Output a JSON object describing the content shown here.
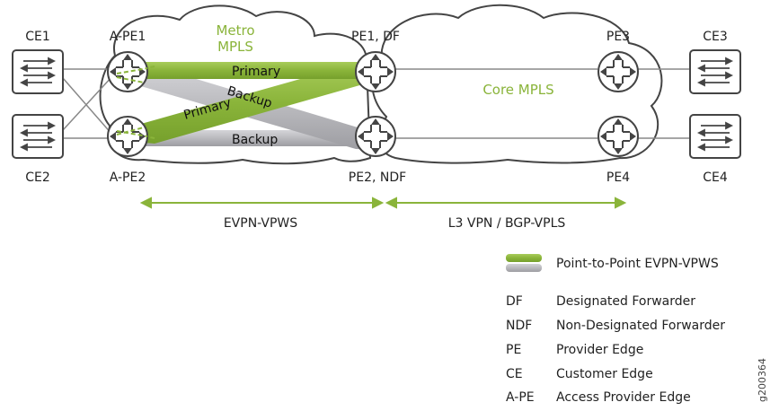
{
  "colors": {
    "primary": "#8ab43a",
    "backup": "#b9b9bd",
    "cloud_label": "#8ab43a",
    "device_stroke": "#444444"
  },
  "icons": {
    "router": "router-icon",
    "switch": "switch-icon"
  },
  "devices": {
    "ce1": "CE1",
    "ce2": "CE2",
    "ape1": "A-PE1",
    "ape2": "A-PE2",
    "pe1": "PE1, DF",
    "pe2": "PE2, NDF",
    "pe3": "PE3",
    "pe4": "PE4",
    "ce3": "CE3",
    "ce4": "CE4"
  },
  "clouds": {
    "metro_line1": "Metro",
    "metro_line2": "MPLS",
    "core": "Core MPLS"
  },
  "pipes": {
    "primary_top": "Primary",
    "backup_diag": "Backup",
    "primary_diag": "Primary",
    "backup_bottom": "Backup"
  },
  "spans": {
    "evpn_vpws": "EVPN-VPWS",
    "l3vpn": "L3 VPN / BGP-VPLS"
  },
  "legend": {
    "pipe_label": "Point-to-Point EVPN-VPWS",
    "items": [
      {
        "abbr": "DF",
        "text": "Designated Forwarder"
      },
      {
        "abbr": "NDF",
        "text": "Non-Designated Forwarder"
      },
      {
        "abbr": "PE",
        "text": "Provider Edge"
      },
      {
        "abbr": "CE",
        "text": "Customer Edge"
      },
      {
        "abbr": "A-PE",
        "text": "Access Provider Edge"
      }
    ]
  },
  "figure_id": "g200364"
}
